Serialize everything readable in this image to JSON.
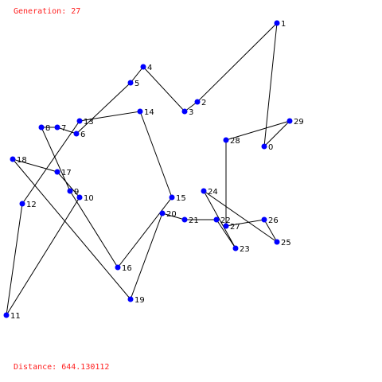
{
  "app": {
    "generation_label": "Generation:",
    "generation_value": "27",
    "distance_label": "Distance:",
    "distance_value": "644.130112"
  },
  "colors": {
    "background": "#ffffff",
    "city_dot": "#0000ff",
    "path": "#000000",
    "label": "#000000",
    "overlay_text": "#ff2020"
  },
  "cities": [
    {
      "id": "0"
    },
    {
      "id": "1"
    },
    {
      "id": "2"
    },
    {
      "id": "3"
    },
    {
      "id": "4"
    },
    {
      "id": "5"
    },
    {
      "id": "6"
    },
    {
      "id": "7"
    },
    {
      "id": "8"
    },
    {
      "id": "9"
    },
    {
      "id": "10"
    },
    {
      "id": "11"
    },
    {
      "id": "12"
    },
    {
      "id": "13"
    },
    {
      "id": "14"
    },
    {
      "id": "15"
    },
    {
      "id": "16"
    },
    {
      "id": "17"
    },
    {
      "id": "18"
    },
    {
      "id": "19"
    },
    {
      "id": "20"
    },
    {
      "id": "21"
    },
    {
      "id": "22"
    },
    {
      "id": "23"
    },
    {
      "id": "24"
    },
    {
      "id": "25"
    },
    {
      "id": "26"
    },
    {
      "id": "27"
    },
    {
      "id": "28"
    },
    {
      "id": "29"
    }
  ]
}
